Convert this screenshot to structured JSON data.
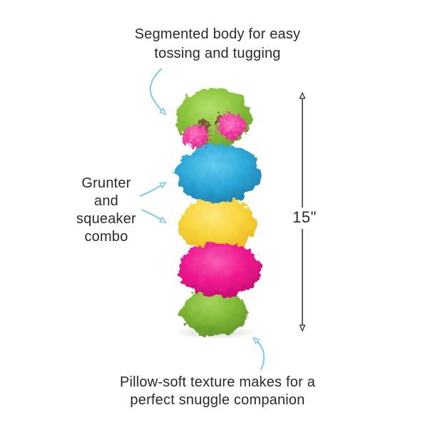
{
  "figure": {
    "background": "#ffffff",
    "callouts": {
      "top": {
        "lines": [
          "Segmented body for easy",
          "tossing and tugging"
        ]
      },
      "left": {
        "lines": [
          "Grunter",
          "and",
          "squeaker",
          "combo"
        ]
      },
      "bottom": {
        "lines": [
          "Pillow-soft texture makes for a",
          "perfect snuggle companion"
        ]
      }
    },
    "dimension": {
      "label": "15\""
    }
  },
  "colors": {
    "text": "#2a2a2a",
    "arrow_accent": "#7cc9ea",
    "dimension_line": "#2b2b2b",
    "toy_green": "#8fc840",
    "toy_bottom_green": "#84bb38",
    "toy_blue": "#2ea9d8",
    "toy_yellow": "#f8d53c",
    "toy_pink": "#ee168f",
    "tuft_pink": "#f243a4",
    "eye_brown": "#7a5639"
  },
  "toy": {
    "segments_top_to_bottom": [
      "green head with pink tufts",
      "blue",
      "yellow",
      "pink",
      "green"
    ]
  }
}
